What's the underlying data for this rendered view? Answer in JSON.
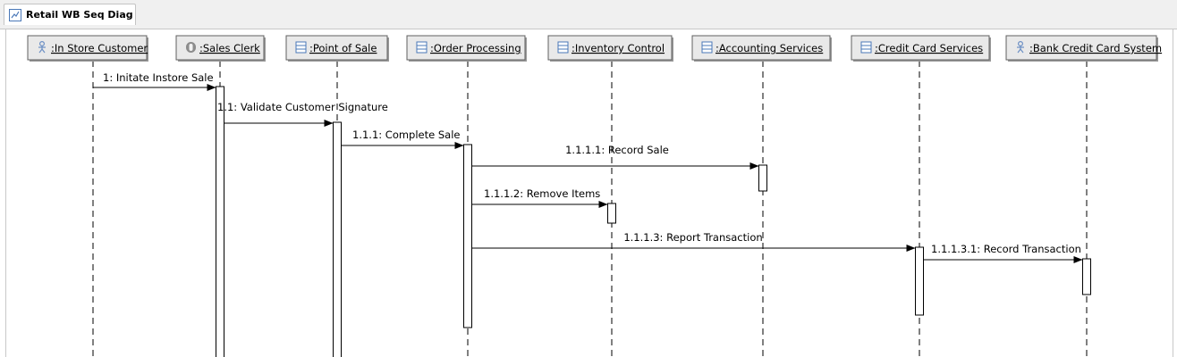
{
  "tab": {
    "title": "Retail WB Seq Diag"
  },
  "diagram": {
    "participants": [
      {
        "name": ":In Store Customer",
        "icon": "actor-icon"
      },
      {
        "name": ":Sales Clerk",
        "icon": "worker-icon"
      },
      {
        "name": ":Point of Sale",
        "icon": "class-icon"
      },
      {
        "name": ":Order Processing",
        "icon": "class-icon"
      },
      {
        "name": ":Inventory Control",
        "icon": "class-icon"
      },
      {
        "name": ":Accounting Services",
        "icon": "class-icon"
      },
      {
        "name": ":Credit Card Services",
        "icon": "class-icon"
      },
      {
        "name": ":Bank Credit Card System",
        "icon": "actor-icon"
      }
    ],
    "messages": [
      {
        "label": "1: Initate Instore Sale",
        "from": 0,
        "to": 1
      },
      {
        "label": "1.1: Validate Customer Signature",
        "from": 1,
        "to": 2
      },
      {
        "label": "1.1.1: Complete Sale",
        "from": 2,
        "to": 3
      },
      {
        "label": "1.1.1.1: Record Sale",
        "from": 3,
        "to": 5
      },
      {
        "label": "1.1.1.2: Remove Items",
        "from": 3,
        "to": 4
      },
      {
        "label": "1.1.1.3: Report Transaction",
        "from": 3,
        "to": 6
      },
      {
        "label": "1.1.1.3.1: Record Transaction",
        "from": 6,
        "to": 7
      }
    ]
  },
  "colors": {
    "header_fill": "#e9e9e9",
    "header_border": "#606060",
    "line": "#000000",
    "actor_icon": "#6b8fc4",
    "class_icon": "#4a78b8"
  }
}
